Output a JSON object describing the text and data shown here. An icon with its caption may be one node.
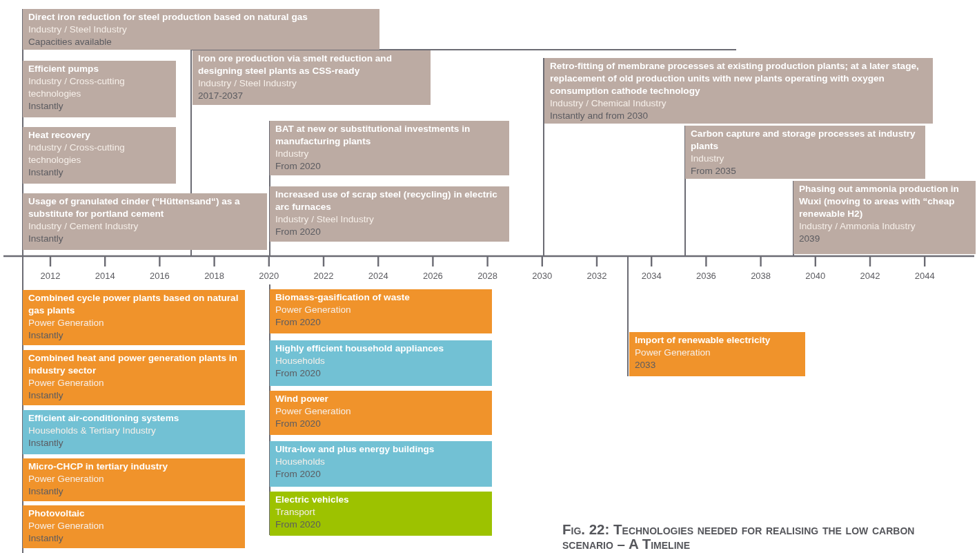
{
  "diagram": {
    "caption": "Fig. 22: Technologies needed for realising the low carbon scenario – A Timeline",
    "nodes": [
      {
        "text": [
          "Direct iron reduction for steel production based on natural gas",
          "Industry / Steel Industry",
          "Capacities available"
        ]
      },
      {
        "text": [
          "Efficient pumps",
          "Industry / Cross-cutting technologies",
          "Instantly"
        ]
      },
      {
        "text": [
          "Heat recovery",
          "Industry / Cross-cutting technologies",
          "Instantly"
        ]
      },
      {
        "text": [
          "Usage of granulated cinder (“Hüttensand“) as a substitute for portland cement",
          "Industry / Cement Industry",
          "Instantly"
        ]
      },
      {
        "text": [
          "Iron ore production via smelt reduction and designing steel plants as CSS-ready",
          "Industry / Steel Industry",
          "2017-2037"
        ]
      },
      {
        "text": [
          "BAT at new or substitutional investments in manufacturing plants",
          "Industry",
          "From 2020"
        ]
      },
      {
        "text": [
          "Increased use of scrap steel (recycling) in electric arc furnaces",
          "Industry / Steel Industry",
          "From 2020"
        ]
      },
      {
        "text": [
          "Retro-fitting of membrane processes at existing production plants; at a later stage, replacement of old production units with new plants operating with oxygen consumption cathode technology",
          "Industry / Chemical Industry",
          "Instantly and from 2030"
        ]
      },
      {
        "text": [
          "Carbon capture and storage processes at industry plants",
          "Industry",
          "From 2035"
        ]
      },
      {
        "text": [
          "Phasing out ammonia production in Wuxi (moving to areas with “cheap renewable H2)",
          "Industry / Ammonia Industry",
          "2039"
        ]
      },
      {
        "text": [
          "Combined cycle power plants based on natural gas plants",
          "Power Generation",
          "Instantly"
        ]
      },
      {
        "text": [
          "Combined heat and power generation plants in industry sector",
          "Power Generation",
          "Instantly"
        ]
      },
      {
        "text": [
          "Efficient air-conditioning systems",
          "Households & Tertiary Industry",
          "Instantly"
        ]
      },
      {
        "text": [
          "Micro-CHCP in tertiary industry",
          "Power Generation",
          "Instantly"
        ]
      },
      {
        "text": [
          "Photovoltaic",
          "Power Generation",
          "Instantly"
        ]
      },
      {
        "text": [
          "Biomass-gasification of waste",
          "Power Generation",
          "From 2020"
        ]
      },
      {
        "text": [
          "Highly efficient household appliances",
          "Households",
          "From 2020"
        ]
      },
      {
        "text": [
          "Wind power",
          "Power Generation",
          "From 2020"
        ]
      },
      {
        "text": [
          "Ultra-low and plus energy buildings",
          "Households",
          "From 2020"
        ]
      },
      {
        "text": [
          "Electric vehicles",
          "Transport",
          "From 2020"
        ]
      },
      {
        "text": [
          "Import of renewable electricity",
          "Power Generation",
          "2033"
        ]
      }
    ],
    "labels": [
      "2012",
      "2014",
      "2016",
      "2018",
      "2020",
      "2022",
      "2024",
      "2026",
      "2028",
      "2030",
      "2032",
      "2034",
      "2036",
      "2038",
      "2040",
      "2042",
      "2044"
    ]
  }
}
